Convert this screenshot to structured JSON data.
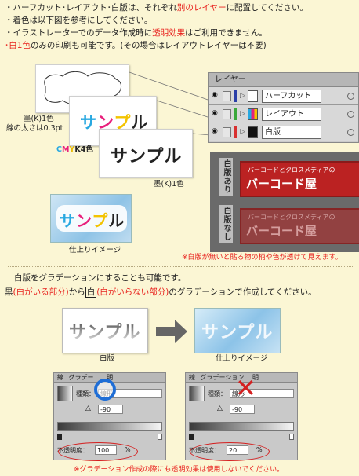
{
  "intro": {
    "line1a": "・ハーフカット･レイアウト･白版は、それぞれ",
    "line1b": "別のレイヤー",
    "line1c": "に配置してください。",
    "line2": "・着色は以下図を参考にしてください。",
    "line3a": "・イラストレーターでのデータ作成時に",
    "line3b": "透明効果",
    "line3c": "はご利用できません。",
    "line4a": "･白1色",
    "line4b": "のみの印刷も可能です。(その場合はレイアウトレイヤーは不要)"
  },
  "diagram": {
    "label_black1": "墨(K)1色",
    "label_linewidth": "線の太さは0.3pt",
    "label_cmyk_c": "C",
    "label_cmyk_m": "M",
    "label_cmyk_y": "Y",
    "label_cmyk_k": "K4色",
    "label_black2": "墨(K)1色",
    "sample_text": "サンプル",
    "finish_label": "仕上りイメージ",
    "note": "※白版が無いと貼る物の柄や色が透けて見えます。"
  },
  "layers_panel": {
    "title": "レイヤー",
    "rows": [
      {
        "name": "ハーフカット",
        "color": "#2a3ea8"
      },
      {
        "name": "レイアウト",
        "color": "#3aa83a"
      },
      {
        "name": "白版",
        "color": "#d83030"
      }
    ]
  },
  "photo": {
    "with_white": "白版あり",
    "without_white": "白版なし",
    "strip_text1": "バーコードとクロスメディアの",
    "strip_text2": "バーコード屋",
    "strip_text3": "バーコードとクロスメディアの",
    "strip_text4": "バーコード屋"
  },
  "section2": {
    "line1": "白版をグラデーションにすることも可能です。",
    "line2a": "黒",
    "line2b": "(白がいる部分)",
    "line2c": "から",
    "line2d": "白",
    "line2e": "(白がいらない部分)",
    "line2f": "のグラデーションで作成してください。",
    "label_left": "白版",
    "label_right": "仕上りイメージ",
    "sample_text": "サンプル"
  },
  "gradient_panels": [
    {
      "tab1": "線",
      "tab2": "グラデー",
      "tab3": "明",
      "type_label": "種類：",
      "type_value": "線形",
      "angle": "-90",
      "opacity_label": "不透明度：",
      "opacity_value": "100",
      "percent": "%"
    },
    {
      "tab1": "線",
      "tab2": "グラデーション",
      "tab3": "明",
      "type_label": "種類：",
      "type_value": "線形",
      "angle": "-90",
      "opacity_label": "不透明度：",
      "opacity_value": "20",
      "percent": "%"
    }
  ],
  "footer_note": "※グラデーション作成の際にも透明効果は使用しないでください。",
  "colors": {
    "accent_red": "#e8201c",
    "bg": "#fbf6d4",
    "ok_blue": "#1f6ed6",
    "ng_red": "#d42020"
  }
}
